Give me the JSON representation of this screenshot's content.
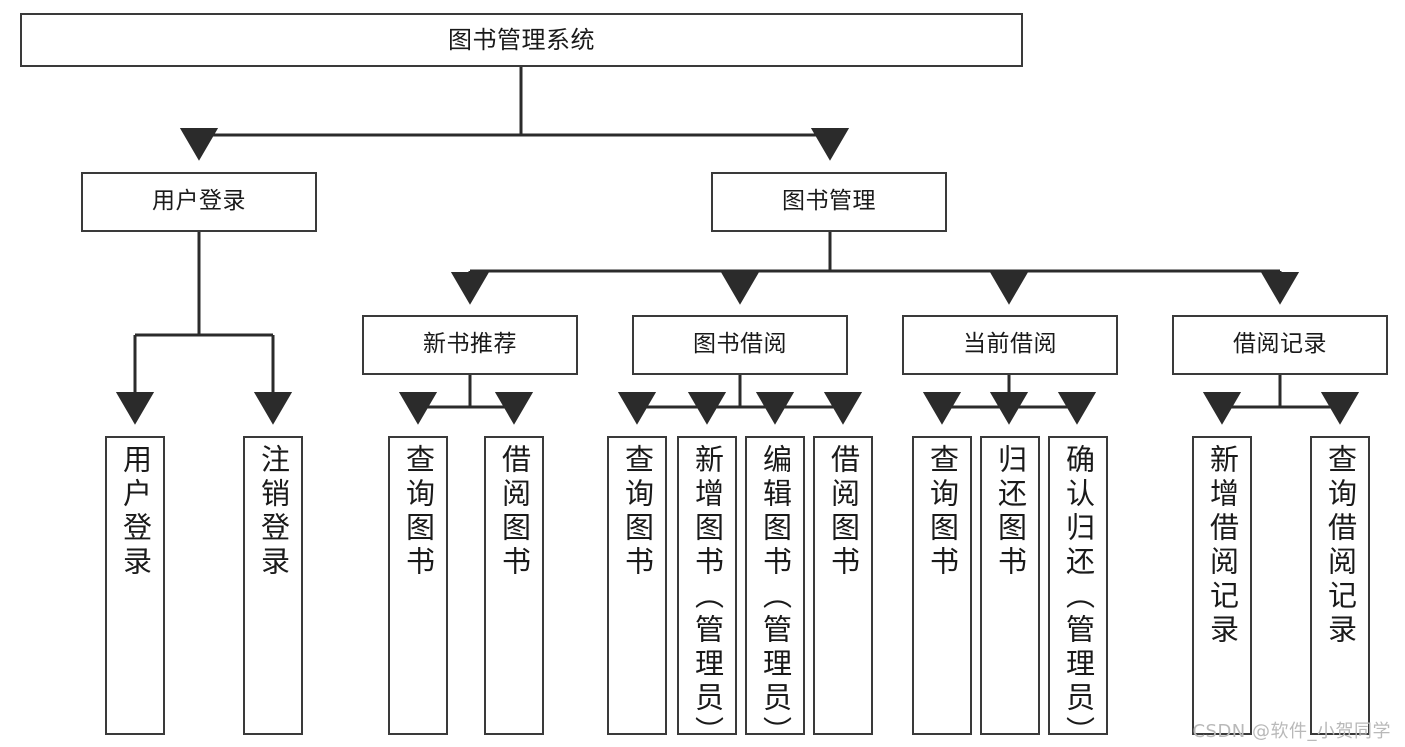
{
  "diagram": {
    "title": "图书管理系统",
    "type": "hierarchy-tree",
    "watermark": "CSDN @软件_小贺同学",
    "colors": {
      "box_border": "#3a3a3a",
      "box_fill": "#ffffff",
      "connector": "#2b2b2b",
      "text": "#1a1a1a",
      "watermark": "#b9b9b9"
    },
    "levels": {
      "root": {
        "label": "图书管理系统"
      },
      "level2": [
        {
          "id": "user-login",
          "label": "用户登录"
        },
        {
          "id": "book-manage",
          "label": "图书管理"
        }
      ],
      "level3": [
        {
          "id": "new-book-rec",
          "label": "新书推荐"
        },
        {
          "id": "book-borrow",
          "label": "图书借阅"
        },
        {
          "id": "current-borrow",
          "label": "当前借阅"
        },
        {
          "id": "borrow-record",
          "label": "借阅记录"
        }
      ],
      "leaves": {
        "user-login": [
          {
            "id": "leaf-user-login",
            "label": "用户登录"
          },
          {
            "id": "leaf-user-logout",
            "label": "注销登录"
          }
        ],
        "new-book-rec": [
          {
            "id": "leaf-query-book-1",
            "label": "查询图书"
          },
          {
            "id": "leaf-borrow-book-1",
            "label": "借阅图书"
          }
        ],
        "book-borrow": [
          {
            "id": "leaf-query-book-2",
            "label": "查询图书"
          },
          {
            "id": "leaf-add-book",
            "label": "新增图书（管理员）"
          },
          {
            "id": "leaf-edit-book",
            "label": "编辑图书（管理员）"
          },
          {
            "id": "leaf-borrow-book-2",
            "label": "借阅图书"
          }
        ],
        "current-borrow": [
          {
            "id": "leaf-query-book-3",
            "label": "查询图书"
          },
          {
            "id": "leaf-return-book",
            "label": "归还图书"
          },
          {
            "id": "leaf-confirm-return",
            "label": "确认归还（管理员）"
          }
        ],
        "borrow-record": [
          {
            "id": "leaf-add-record",
            "label": "新增借阅记录"
          },
          {
            "id": "leaf-query-record",
            "label": "查询借阅记录"
          }
        ]
      }
    }
  }
}
